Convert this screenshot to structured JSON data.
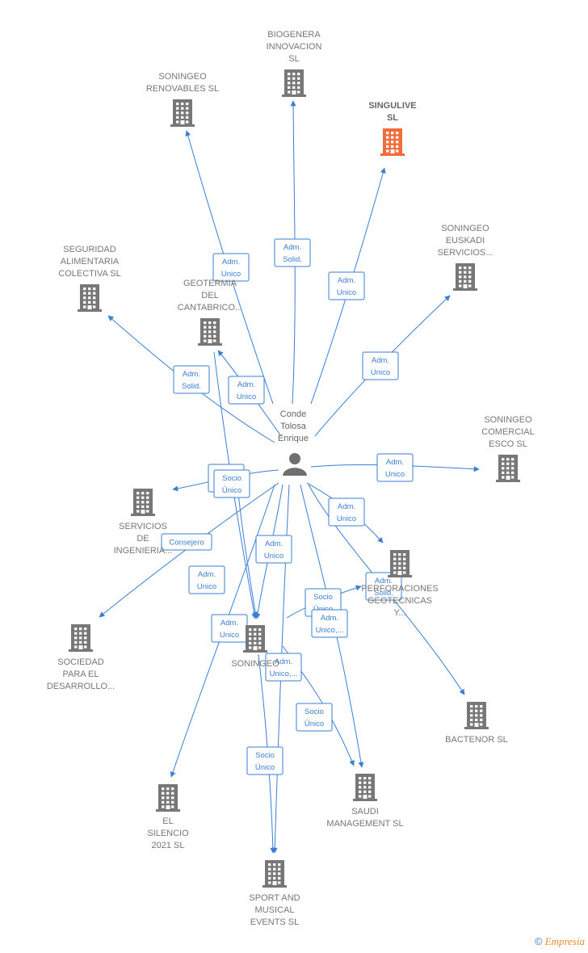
{
  "center": {
    "name_lines": [
      "Conde",
      "Tolosa",
      "Enrique"
    ]
  },
  "nodes": [
    {
      "id": "biogenera",
      "lines": [
        "BIOGENERA",
        "INNOVACION",
        "SL"
      ],
      "highlight": false
    },
    {
      "id": "soningeo-renovables",
      "lines": [
        "SONINGEO",
        "RENOVABLES SL"
      ],
      "highlight": false
    },
    {
      "id": "singulive",
      "lines": [
        "SINGULIVE",
        "SL"
      ],
      "highlight": true
    },
    {
      "id": "soningeo-euskadi",
      "lines": [
        "SONINGEO",
        "EUSKADI",
        "SERVICIOS..."
      ],
      "highlight": false
    },
    {
      "id": "seguridad-alimentaria",
      "lines": [
        "SEGURIDAD",
        "ALIMENTARIA",
        "COLECTIVA  SL"
      ],
      "highlight": false
    },
    {
      "id": "geotermia",
      "lines": [
        "GEOTERMIA",
        "DEL",
        "CANTABRICO..."
      ],
      "highlight": false
    },
    {
      "id": "soningeo-comercial",
      "lines": [
        "SONINGEO",
        "COMERCIAL",
        "ESCO SL"
      ],
      "highlight": false
    },
    {
      "id": "servicios-ingenieria",
      "lines": [
        "SERVICIOS",
        "DE",
        "INGENIERIA..."
      ],
      "highlight": false
    },
    {
      "id": "perforaciones",
      "lines": [
        "PERFORACIONES",
        "GEOTECNICAS",
        "Y..."
      ],
      "highlight": false
    },
    {
      "id": "sociedad-desarrollo",
      "lines": [
        "SOCIEDAD",
        "PARA EL",
        "DESARROLLO..."
      ],
      "highlight": false
    },
    {
      "id": "soningeo",
      "lines": [
        "SONINGEO"
      ],
      "highlight": false
    },
    {
      "id": "bactenor",
      "lines": [
        "BACTENOR SL"
      ],
      "highlight": false
    },
    {
      "id": "el-silencio",
      "lines": [
        "EL",
        "SILENCIO",
        "2021  SL"
      ],
      "highlight": false
    },
    {
      "id": "saudi",
      "lines": [
        "SAUDI",
        "MANAGEMENT SL"
      ],
      "highlight": false
    },
    {
      "id": "sport-musical",
      "lines": [
        "SPORT AND",
        "MUSICAL",
        "EVENTS  SL"
      ],
      "highlight": false
    }
  ],
  "edges": [
    {
      "to": "biogenera",
      "label": [
        "Adm.",
        "Solid."
      ]
    },
    {
      "to": "soningeo-renovables",
      "label": [
        "Adm.",
        "Unico"
      ]
    },
    {
      "to": "singulive",
      "label": [
        "Adm.",
        "Unico"
      ]
    },
    {
      "to": "soningeo-euskadi",
      "label": [
        "Adm.",
        "Unico"
      ]
    },
    {
      "to": "seguridad-alimentaria",
      "label": [
        "Adm.",
        "Solid."
      ]
    },
    {
      "to": "geotermia",
      "label": [
        "Adm.",
        "Unico"
      ]
    },
    {
      "to": "soningeo-comercial",
      "label": [
        "Adm.",
        "Unico"
      ]
    },
    {
      "to": "servicios-ingenieria",
      "label": [
        "Socio",
        "Único"
      ]
    },
    {
      "to": "perforaciones",
      "label": [
        "Adm.",
        "Unico"
      ]
    },
    {
      "to": "perforaciones",
      "label": [
        "Adm.",
        "Solid."
      ]
    },
    {
      "to": "sociedad-desarrollo",
      "label": [
        "Consejero"
      ]
    },
    {
      "to": "soningeo",
      "label": [
        "Socio",
        "Único"
      ]
    },
    {
      "to": "soningeo",
      "label": [
        "Adm.",
        "Unico"
      ]
    },
    {
      "to": "soningeo",
      "label": [
        "Adm.",
        "Unico"
      ]
    },
    {
      "to": "soningeo",
      "label": [
        "Socio",
        "Único"
      ]
    },
    {
      "to": "bactenor",
      "label": [
        "Adm.",
        "Unico,..."
      ]
    },
    {
      "to": "el-silencio",
      "label": [
        "Adm.",
        "Unico"
      ]
    },
    {
      "to": "saudi",
      "label": [
        "Socio",
        "Único"
      ]
    },
    {
      "to": "sport-musical",
      "label": [
        "Adm.",
        "Unico,..."
      ]
    },
    {
      "to": "sport-musical",
      "label": [
        "Socio",
        "Único"
      ]
    }
  ],
  "colors": {
    "edge": "#3a7fd6",
    "building": "#777777",
    "building_highlight": "#f26b3a",
    "label": "#777777"
  },
  "icons": {
    "company": "building-icon",
    "person": "person-icon"
  },
  "copyright": {
    "symbol": "©",
    "brand": "Empresia"
  }
}
